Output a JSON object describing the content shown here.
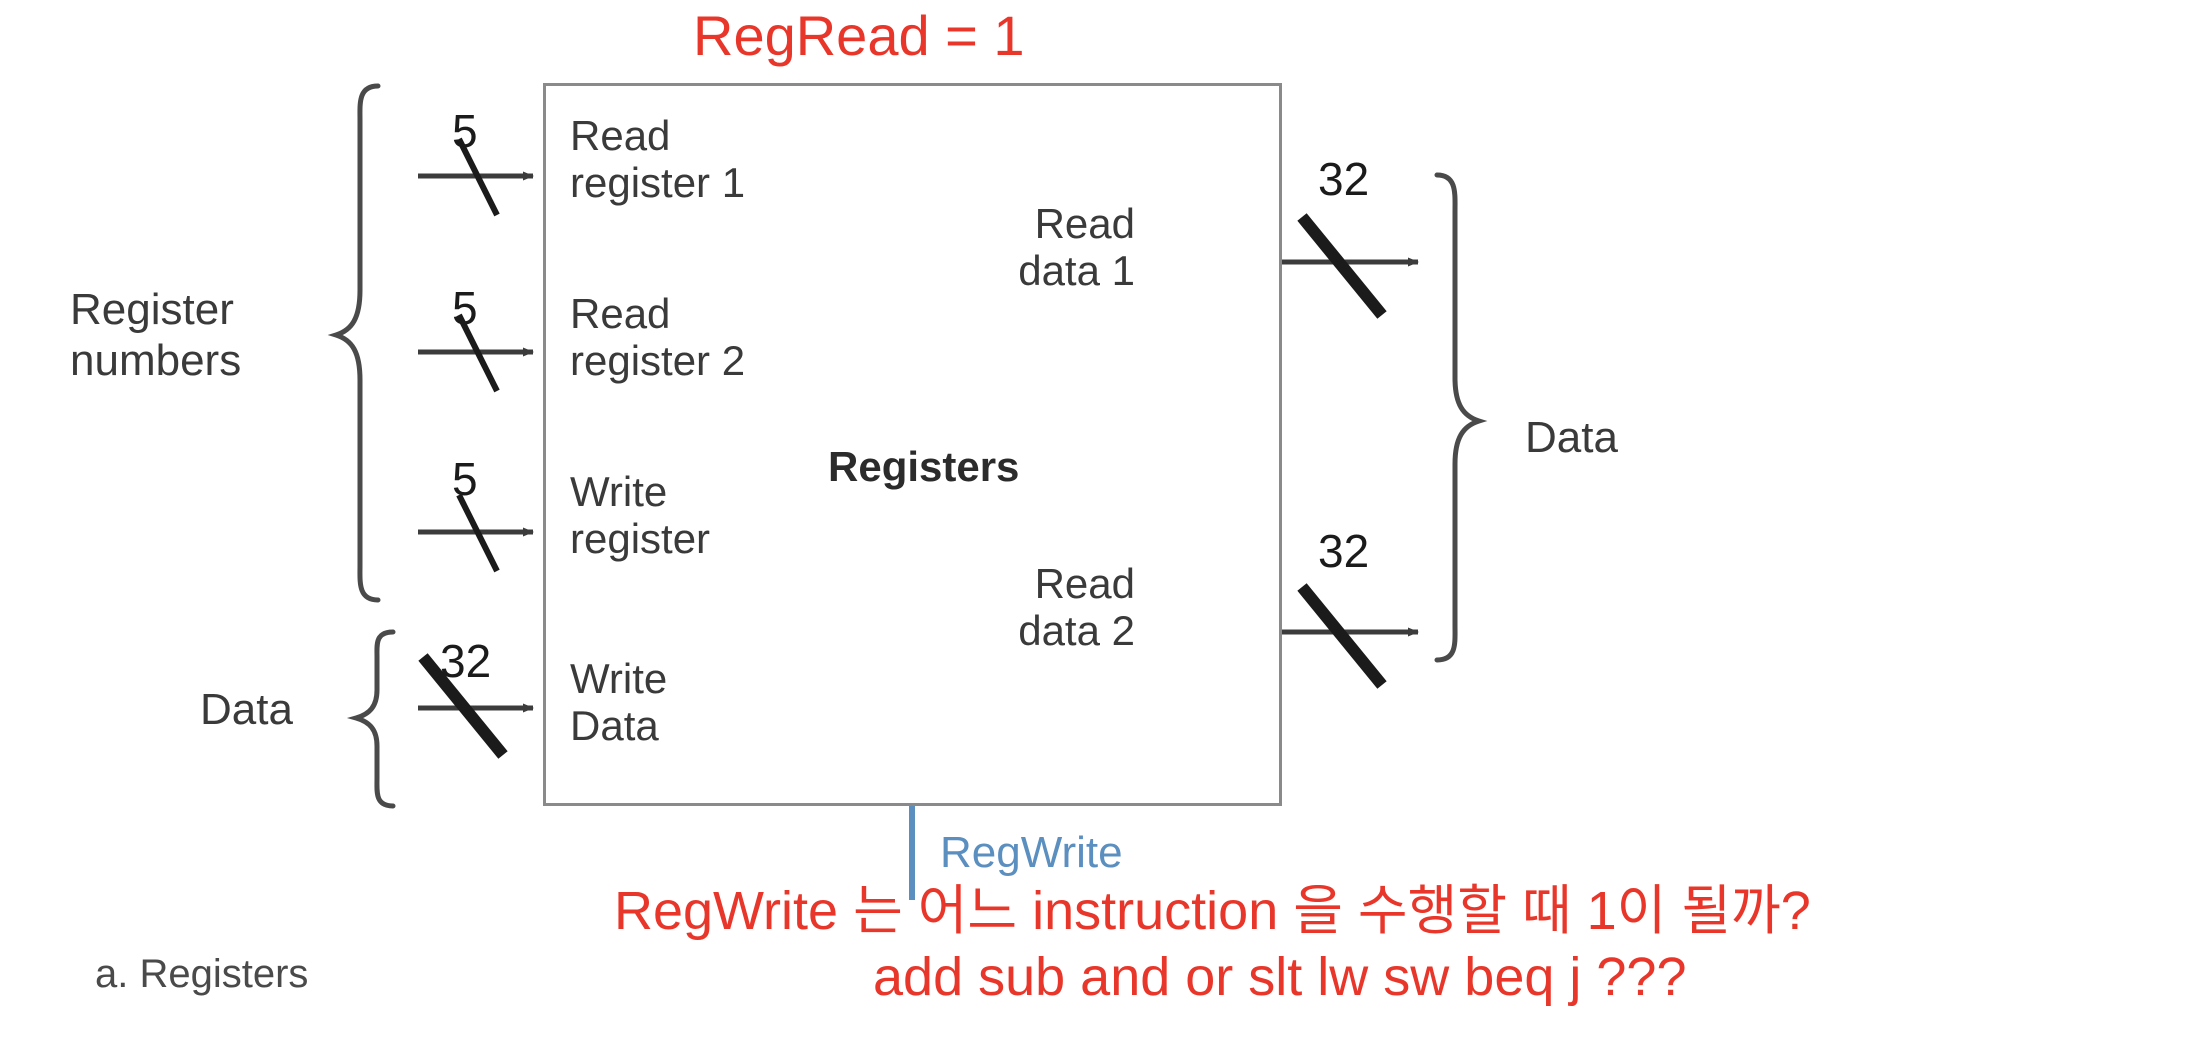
{
  "figure": {
    "caption": "a. Registers",
    "box_title": "Registers",
    "top_annotation": "RegRead = 1",
    "control_signal": "RegWrite",
    "question_line_1": "RegWrite 는 어느 instruction 을 수행할 때 1이 될까?",
    "question_line_2": "add sub and or slt lw sw beq j ???"
  },
  "colors": {
    "annotation_red": "#e8372a",
    "control_blue": "#5b8fc0",
    "box_border": "#8a8a8a",
    "text_dark": "#3a3a3a"
  },
  "inputs": [
    {
      "port": "Read\nregister 1",
      "line_1": "Read",
      "line_2": "register 1",
      "width": "5"
    },
    {
      "port": "Read\nregister 2",
      "line_1": "Read",
      "line_2": "register 2",
      "width": "5"
    },
    {
      "port": "Write\nregister",
      "line_1": "Write",
      "line_2": "register",
      "width": "5"
    },
    {
      "port": "Write\nData",
      "line_1": "Write",
      "line_2": "Data",
      "width": "32"
    }
  ],
  "outputs": [
    {
      "line_1": "Read",
      "line_2": "data 1",
      "width": "32"
    },
    {
      "line_1": "Read",
      "line_2": "data 2",
      "width": "32"
    }
  ],
  "group_labels": {
    "left_top_line_1": "Register",
    "left_top_line_2": "numbers",
    "left_bottom": "Data",
    "right": "Data"
  },
  "bus_widths": {
    "in_1": "5",
    "in_2": "5",
    "in_3": "5",
    "in_4": "32",
    "out_1": "32",
    "out_2": "32"
  }
}
